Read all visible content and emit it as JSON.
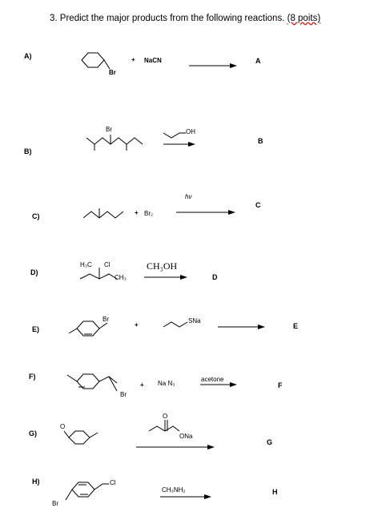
{
  "question": {
    "number": "3.",
    "text": "Predict the major products from the following reactions.",
    "points": "(8 poits)"
  },
  "reactions": [
    {
      "label": "A)",
      "reagents": [
        "NaCN"
      ],
      "substrate_labels": [
        "Br"
      ],
      "product": "A",
      "plus": "+"
    },
    {
      "label": "B)",
      "reagents": [
        "OH"
      ],
      "substrate_labels": [
        "Br"
      ],
      "product": "B"
    },
    {
      "label": "C)",
      "reagents": [
        "Br₂",
        "hv"
      ],
      "product": "C",
      "plus": "+"
    },
    {
      "label": "D)",
      "reagents": [
        "CH₃OH"
      ],
      "substrate_labels": [
        "H₃C",
        "Cl",
        "CH₃"
      ],
      "product": "D"
    },
    {
      "label": "E)",
      "reagents": [
        "SNa"
      ],
      "substrate_labels": [
        "Br"
      ],
      "product": "E",
      "plus": "+"
    },
    {
      "label": "F)",
      "reagents": [
        "Na N₃",
        "acetone"
      ],
      "substrate_labels": [
        "Br"
      ],
      "product": "F",
      "plus": "+"
    },
    {
      "label": "G)",
      "reagents": [
        "O",
        "ONa"
      ],
      "substrate_labels": [
        "O"
      ],
      "product": "G"
    },
    {
      "label": "H)",
      "reagents": [
        "CH₃NH₂"
      ],
      "substrate_labels": [
        "Cl",
        "Br"
      ],
      "product": "H"
    }
  ]
}
